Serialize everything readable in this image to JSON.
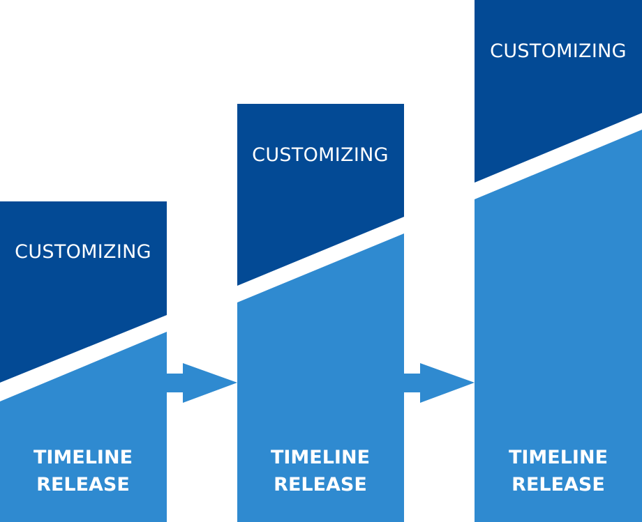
{
  "colors": {
    "dark_blue": "#034a95",
    "light_blue": "#2f8ad0",
    "background": "#ffffff",
    "text": "#ffffff"
  },
  "stages": [
    {
      "top_label": "CUSTOMIZING",
      "bottom_label_line1": "TIMELINE",
      "bottom_label_line2": "RELEASE"
    },
    {
      "top_label": "CUSTOMIZING",
      "bottom_label_line1": "TIMELINE",
      "bottom_label_line2": "RELEASE"
    },
    {
      "top_label": "CUSTOMIZING",
      "bottom_label_line1": "TIMELINE",
      "bottom_label_line2": "RELEASE"
    }
  ],
  "connectors": [
    "arrow-right-icon",
    "arrow-right-icon"
  ]
}
